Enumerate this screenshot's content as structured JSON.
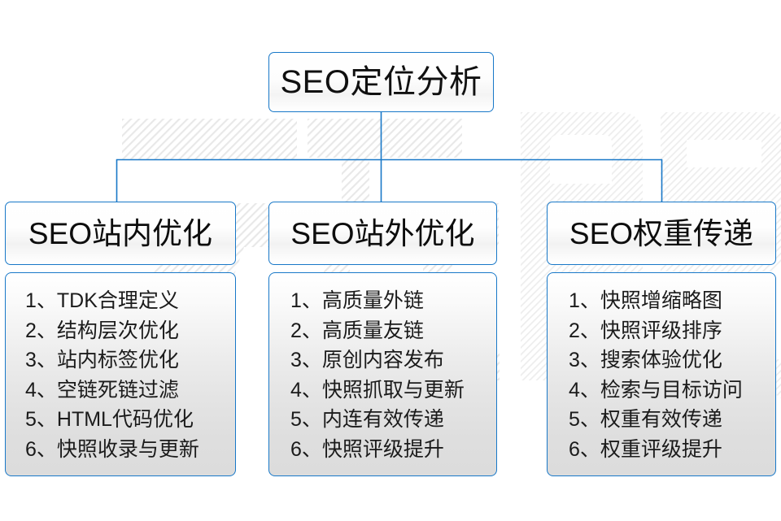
{
  "diagram": {
    "title": "SEO定位分析",
    "accent_color": "#1878c8",
    "text_color": "#101010",
    "background_color": "#ffffff",
    "watermark_text": "云无限",
    "columns": [
      {
        "header": "SEO站内优化",
        "items": [
          "1、TDK合理定义",
          "2、结构层次优化",
          "3、站内标签优化",
          "4、空链死链过滤",
          "5、HTML代码优化",
          "6、快照收录与更新"
        ]
      },
      {
        "header": "SEO站外优化",
        "items": [
          "1、高质量外链",
          "2、高质量友链",
          "3、原创内容发布",
          "4、快照抓取与更新",
          "5、内连有效传递",
          "6、快照评级提升"
        ]
      },
      {
        "header": "SEO权重传递",
        "items": [
          "1、快照增缩略图",
          "2、快照评级排序",
          "3、搜索体验优化",
          "4、检索与目标访问",
          "5、权重有效传递",
          "6、权重评级提升"
        ]
      }
    ]
  }
}
